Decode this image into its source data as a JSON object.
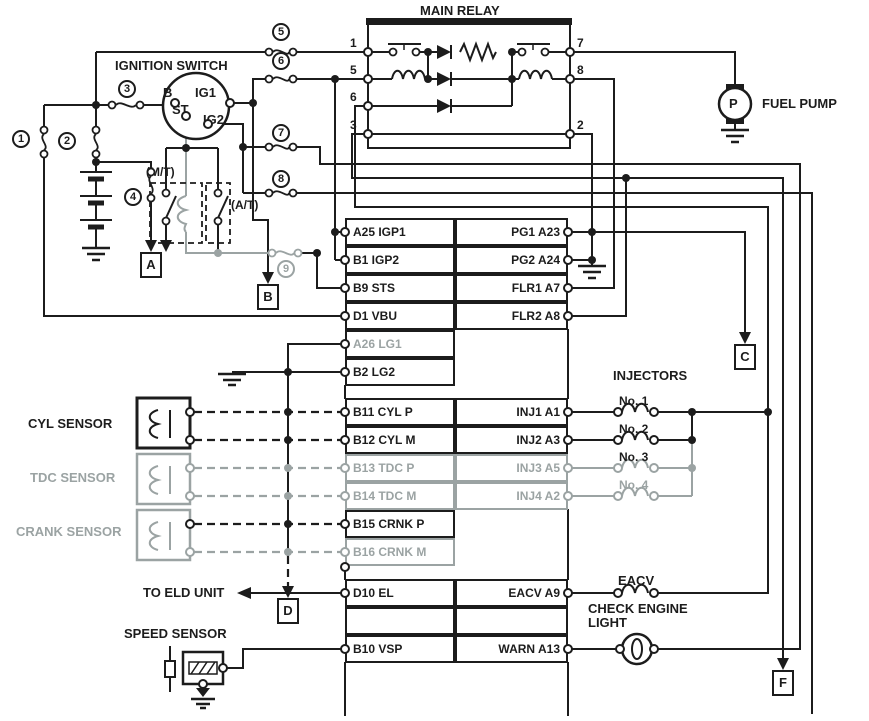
{
  "colors": {
    "ink": "#1c1c1c",
    "dim": "#9ba3a3"
  },
  "labels": {
    "main_relay": "MAIN RELAY",
    "ignition_switch": "IGNITION SWITCH",
    "fuel_pump": "FUEL PUMP",
    "fuel_pump_symbol": "P",
    "injectors": "INJECTORS",
    "eacv": "EACV",
    "check_engine_1": "CHECK ENGINE",
    "check_engine_2": "LIGHT",
    "cyl_sensor": "CYL SENSOR",
    "tdc_sensor": "TDC SENSOR",
    "crank_sensor": "CRANK SENSOR",
    "speed_sensor": "SPEED SENSOR",
    "to_eld_unit": "TO ELD UNIT",
    "mt": "(M/T)",
    "at": "(A/T)"
  },
  "ignition_terminals": [
    "B",
    "IG1",
    "ST",
    "IG2"
  ],
  "relay_pins": {
    "left": [
      "1",
      "5",
      "6",
      "3"
    ],
    "right": [
      "7",
      "8",
      "2"
    ]
  },
  "fuses": [
    "1",
    "2",
    "3",
    "4",
    "5",
    "6",
    "7",
    "8",
    "9"
  ],
  "connectors": [
    "A",
    "B",
    "C",
    "D",
    "F"
  ],
  "injector_items": [
    {
      "label": "No. 1",
      "dim": false
    },
    {
      "label": "No. 2",
      "dim": false
    },
    {
      "label": "No. 3",
      "dim": false,
      "coil_dim": true
    },
    {
      "label": "No. 4",
      "dim": true,
      "coil_dim": true
    }
  ],
  "ecu_rows": [
    {
      "left": "A25 IGP1",
      "right": "PG1 A23",
      "dim": false
    },
    {
      "left": "B1 IGP2",
      "right": "PG2 A24",
      "dim": false
    },
    {
      "left": "B9 STS",
      "right": "FLR1 A7",
      "dim": false
    },
    {
      "left": "D1 VBU",
      "right": "FLR2 A8",
      "dim": false
    },
    {
      "left": "A26 LG1",
      "right": "",
      "dim": true
    },
    {
      "left": "B2 LG2",
      "right": "",
      "dim": false
    },
    {
      "left": "B11 CYL P",
      "right": "INJ1 A1",
      "dim": false
    },
    {
      "left": "B12 CYL M",
      "right": "INJ2 A3",
      "dim": false
    },
    {
      "left": "B13 TDC P",
      "right": "INJ3 A5",
      "dim": true
    },
    {
      "left": "B14 TDC M",
      "right": "INJ4 A2",
      "dim": true
    },
    {
      "left": "B15 CRNK P",
      "right": "",
      "dim": false
    },
    {
      "left": "B16 CRNK M",
      "right": "",
      "dim": true
    },
    {
      "left": "D10 EL",
      "right": "EACV A9",
      "dim": false
    },
    {
      "left": "",
      "right": "",
      "dim": false
    },
    {
      "left": "B10 VSP",
      "right": "WARN A13",
      "dim": false
    }
  ]
}
